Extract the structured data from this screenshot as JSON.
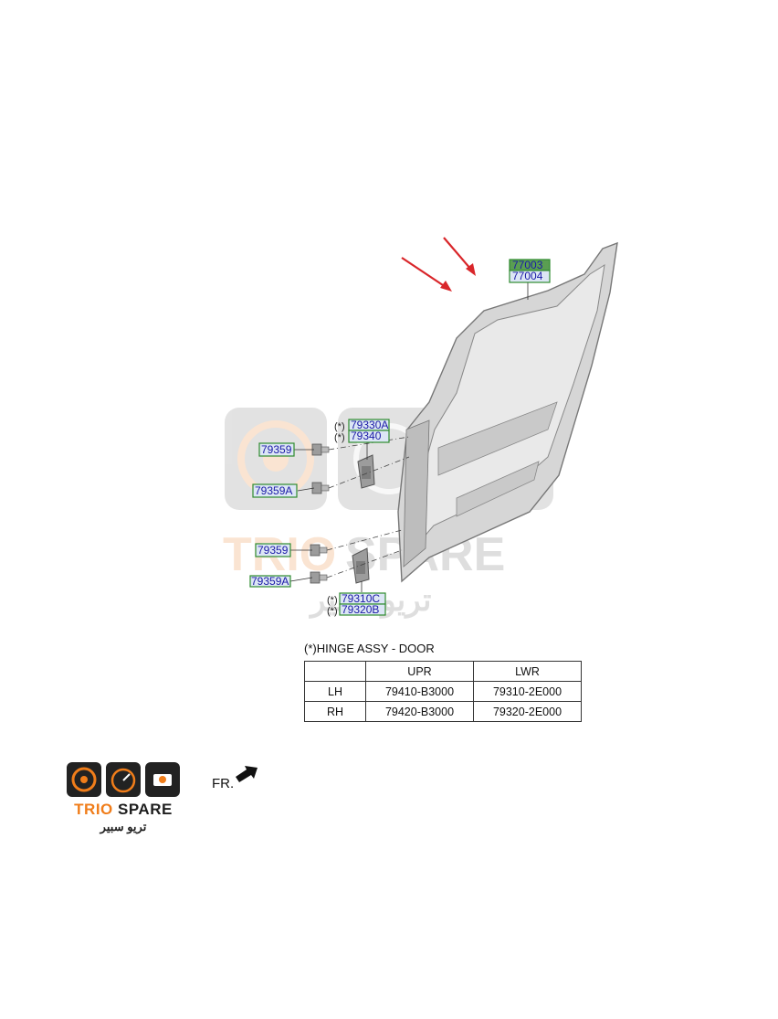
{
  "diagram": {
    "part_labels": {
      "door_panel_1": "77003",
      "door_panel_2": "77004",
      "hinge_upr_1": "79330A",
      "hinge_upr_2": "79340",
      "bolt_upr_1": "79359",
      "bolt_upr_2": "79359A",
      "bolt_lwr_1": "79359",
      "bolt_lwr_2": "79359A",
      "hinge_lwr_1": "79310C",
      "hinge_lwr_2": "79320B"
    },
    "asterisk_marker": "(*)",
    "direction_label": "FR.",
    "arrow_color": "#d9262a"
  },
  "hinge_table": {
    "title": "(*)HINGE ASSY - DOOR",
    "columns": [
      "",
      "UPR",
      "LWR"
    ],
    "rows": [
      {
        "side": "LH",
        "upr": "79410-B3000",
        "lwr": "79310-2E000"
      },
      {
        "side": "RH",
        "upr": "79420-B3000",
        "lwr": "79320-2E000"
      }
    ]
  },
  "watermark": {
    "brand_left": "TRIO",
    "brand_right": "SPARE",
    "arabic": "تريو سبير"
  },
  "logo": {
    "brand_left": "TRIO",
    "brand_right": "SPARE",
    "arabic": "تريو سبير",
    "accent_color": "#f07d1a"
  }
}
